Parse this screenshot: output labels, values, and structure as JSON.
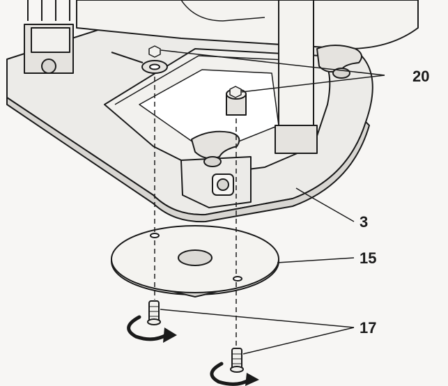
{
  "diagram": {
    "callouts": [
      {
        "id": "base",
        "label": "3"
      },
      {
        "id": "sub-base",
        "label": "15"
      },
      {
        "id": "screws",
        "label": "17"
      },
      {
        "id": "nuts",
        "label": "20"
      }
    ],
    "colors": {
      "ink": "#1a1a1a",
      "paper": "#f7f6f4",
      "shade": "#dcdad6"
    }
  }
}
